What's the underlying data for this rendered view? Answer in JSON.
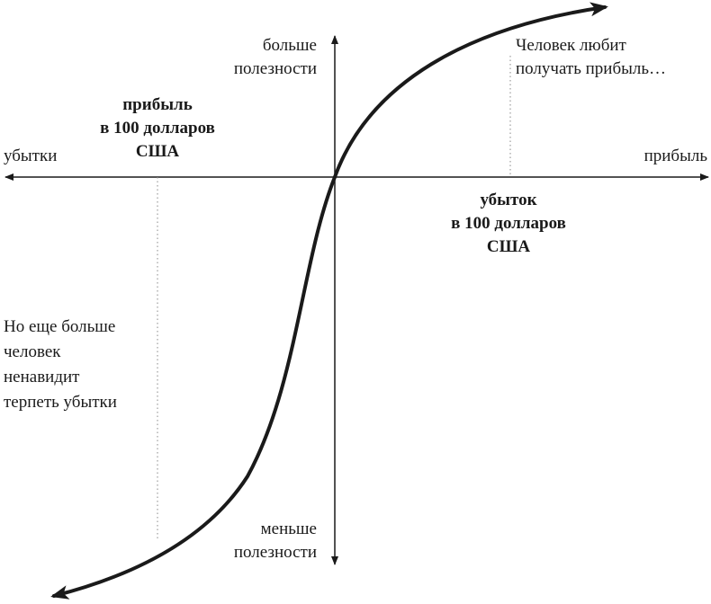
{
  "axes": {
    "x_left_label": "убытки",
    "x_right_label": "прибыль",
    "y_top_label": [
      "больше",
      "полезности"
    ],
    "y_bottom_label": [
      "меньше",
      "полезности"
    ]
  },
  "annotations": {
    "gain_note": [
      "Человек любит",
      "получать прибыль…"
    ],
    "loss_note": [
      "Но еще больше",
      "человек",
      "ненавидит",
      "терпеть убытки"
    ],
    "gain_marker": [
      "прибыль",
      "в 100 долларов",
      "США"
    ],
    "loss_marker": [
      "убыток",
      "в 100 долларов",
      "США"
    ]
  },
  "colors": {
    "ink": "#1a1a1a",
    "guide": "#888888",
    "background": "#ffffff"
  }
}
